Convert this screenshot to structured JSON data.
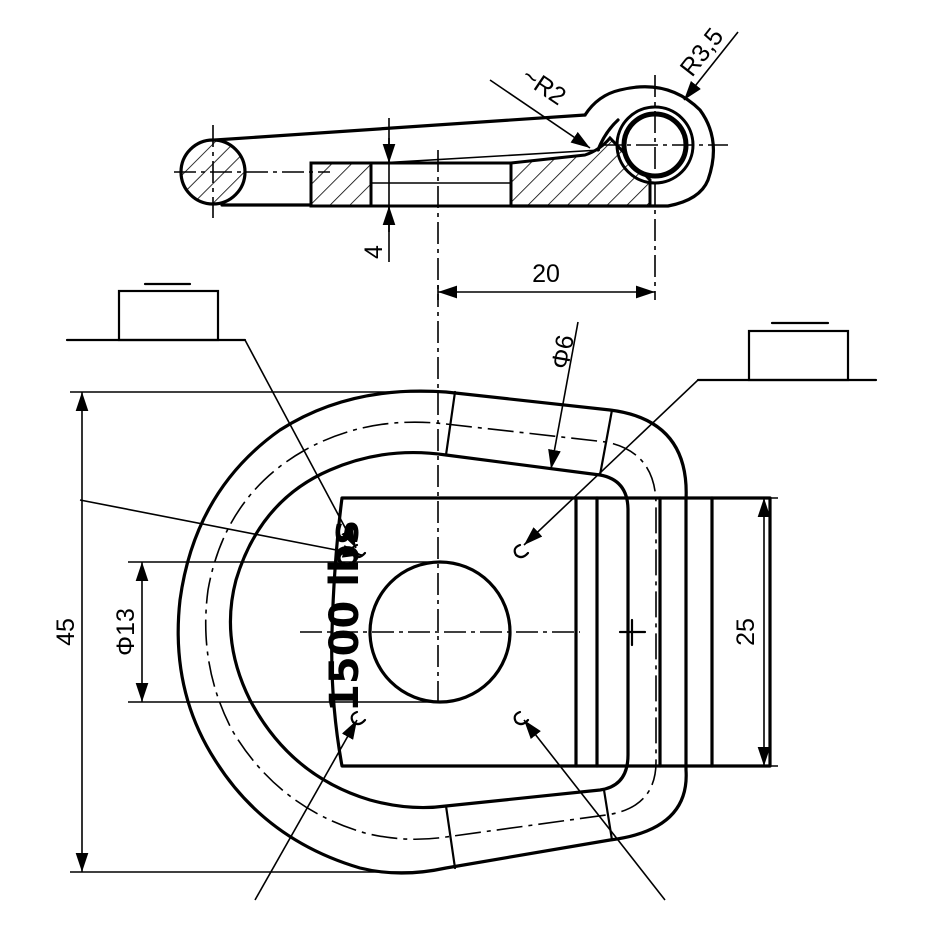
{
  "drawing": {
    "dimensions": {
      "r35": "R3,5",
      "r2": "~R2",
      "thickness4": "4",
      "length20": "20",
      "phi6": "Φ6",
      "phi13": "Φ13",
      "height45": "45",
      "width25": "25"
    },
    "marking": "1500 lbs"
  }
}
